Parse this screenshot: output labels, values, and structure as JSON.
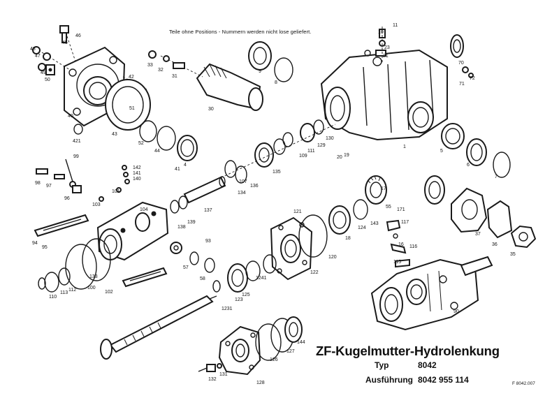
{
  "note": "Teile ohne Positions - Nummern werden nicht lose geliefert.",
  "title": "ZF-Kugelmutter-Hydrolenkung",
  "type_label": "Typ",
  "type_value": "8042",
  "version_label": "Ausführung",
  "version_value": "8042 955 114",
  "drawing_number": "F 8042.007",
  "part_labels": [
    "1",
    "4",
    "5",
    "6",
    "7",
    "8",
    "9",
    "10",
    "11",
    "16",
    "17",
    "18",
    "19",
    "20",
    "21",
    "23",
    "30",
    "31",
    "32",
    "33",
    "35",
    "36",
    "37",
    "40",
    "41",
    "42",
    "43",
    "44",
    "45",
    "46",
    "47",
    "48",
    "49",
    "50",
    "51",
    "52",
    "55",
    "57",
    "58",
    "70",
    "71",
    "72",
    "90",
    "93",
    "94",
    "95",
    "96",
    "97",
    "98",
    "99",
    "100",
    "101",
    "102",
    "103",
    "104",
    "107",
    "109",
    "110",
    "111",
    "112",
    "113",
    "115",
    "116",
    "117",
    "120",
    "121",
    "122",
    "123",
    "124",
    "125",
    "126",
    "127",
    "128",
    "129",
    "130",
    "131",
    "132",
    "133",
    "134",
    "135",
    "136",
    "137",
    "138",
    "139",
    "140",
    "141",
    "142",
    "143",
    "144",
    "171",
    "421",
    "1231",
    "1241"
  ]
}
